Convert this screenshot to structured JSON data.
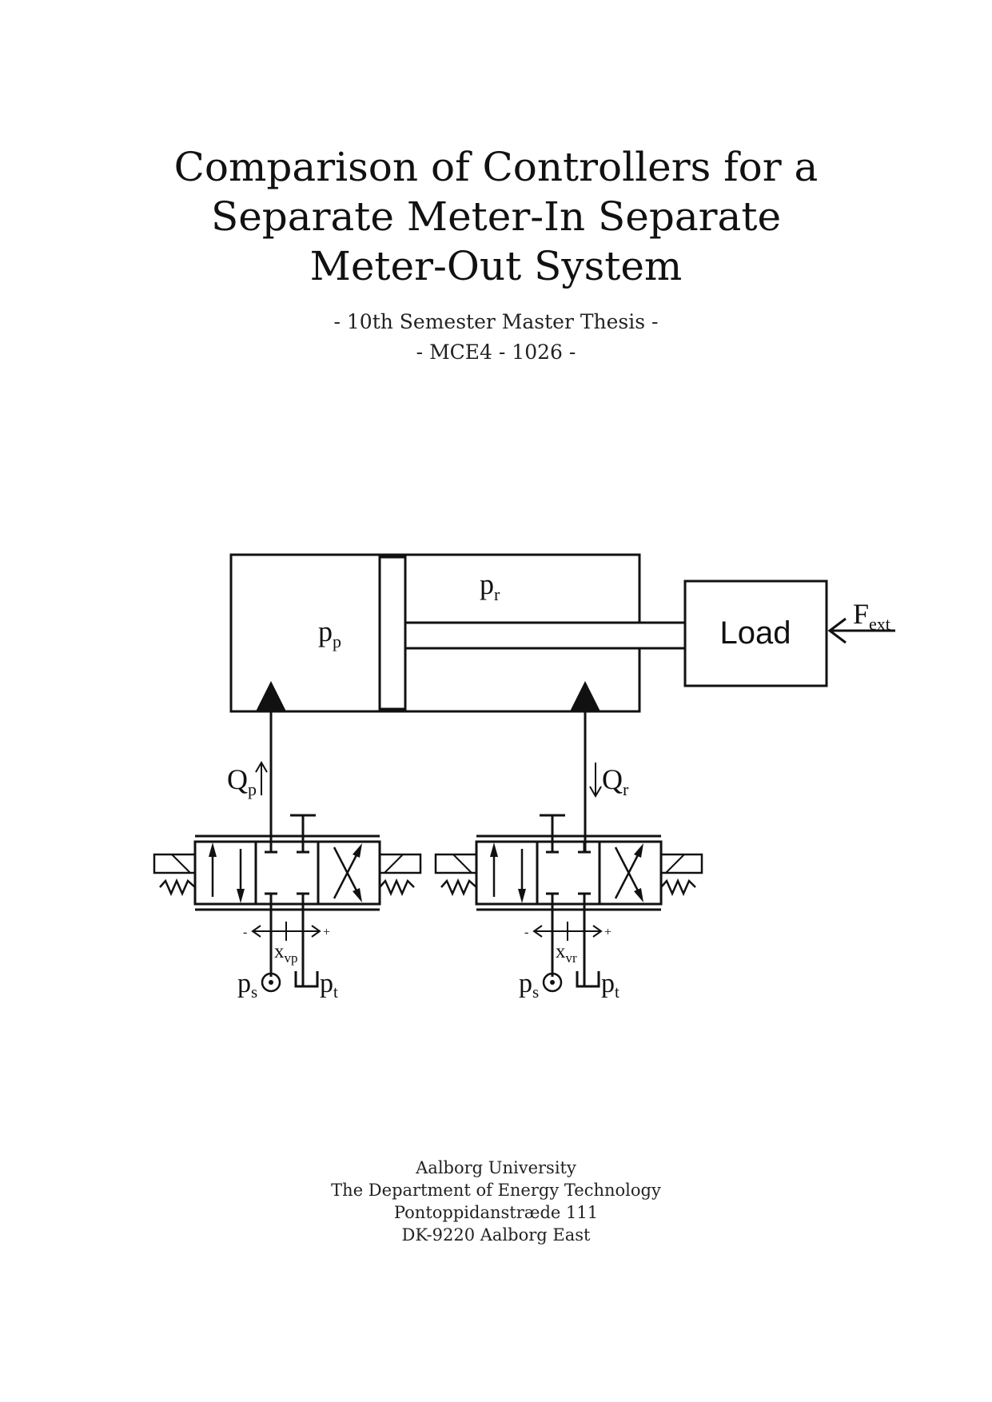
{
  "title": {
    "line1": "Comparison of Controllers for a",
    "line2": "Separate Meter-In Separate",
    "line3": "Meter-Out System"
  },
  "subtitle": {
    "line1": "- 10th Semester Master Thesis -",
    "line2": "- MCE4 - 1026 -"
  },
  "diagram": {
    "p_p": "p",
    "p_p_sub": "p",
    "p_r": "p",
    "p_r_sub": "r",
    "load": "Load",
    "f_ext": "F",
    "f_ext_sub": "ext",
    "q_p": "Q",
    "q_p_sub": "p",
    "q_r": "Q",
    "q_r_sub": "r",
    "left_valve": {
      "x": "x",
      "x_sub": "vp",
      "minus": "-",
      "plus": "+",
      "ps": "p",
      "ps_sub": "s",
      "pt": "p",
      "pt_sub": "t"
    },
    "right_valve": {
      "x": "x",
      "x_sub": "vr",
      "minus": "-",
      "plus": "+",
      "ps": "p",
      "ps_sub": "s",
      "pt": "p",
      "pt_sub": "t"
    }
  },
  "footer": {
    "line1": "Aalborg University",
    "line2": "The Department of Energy Technology",
    "line3": "Pontoppidanstræde 111",
    "line4": "DK-9220 Aalborg East"
  }
}
